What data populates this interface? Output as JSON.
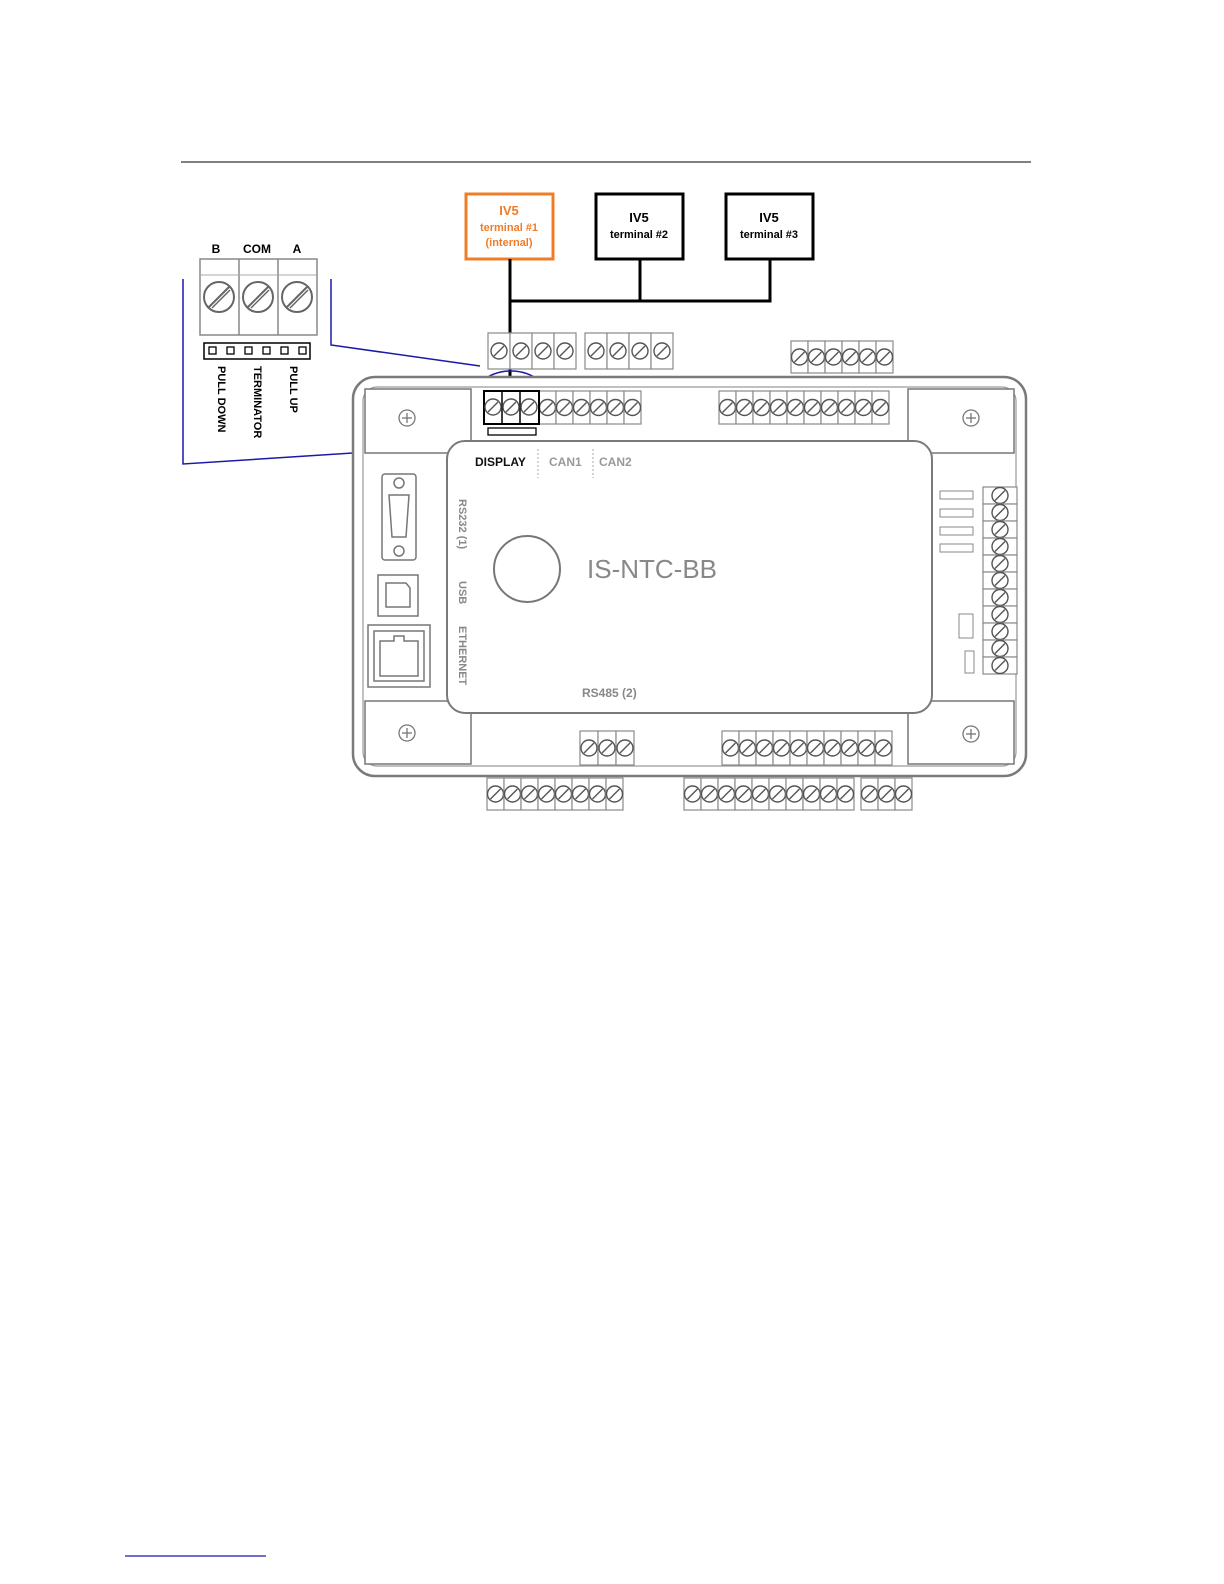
{
  "terminals": [
    {
      "title": "IV5",
      "subtitle": "terminal #1",
      "note": "(internal)",
      "highlight": true
    },
    {
      "title": "IV5",
      "subtitle": "terminal #2",
      "note": "",
      "highlight": false
    },
    {
      "title": "IV5",
      "subtitle": "terminal #3",
      "note": "",
      "highlight": false
    }
  ],
  "connector_detail": {
    "pins": [
      "B",
      "COM",
      "A"
    ],
    "jumpers": [
      "PULL DOWN",
      "TERMINATOR",
      "PULL UP"
    ]
  },
  "controller": {
    "model": "IS-NTC-BB",
    "top_ports": [
      "DISPLAY",
      "CAN1",
      "CAN2"
    ],
    "side_ports": [
      "RS232 (1)",
      "USB",
      "ETHERNET"
    ],
    "bottom_port": "RS485 (2)"
  },
  "colors": {
    "highlight": "#f07c28",
    "detail_lines": "#1a1aa8",
    "device_outline": "#7a7a7a",
    "wire": "#000000"
  }
}
